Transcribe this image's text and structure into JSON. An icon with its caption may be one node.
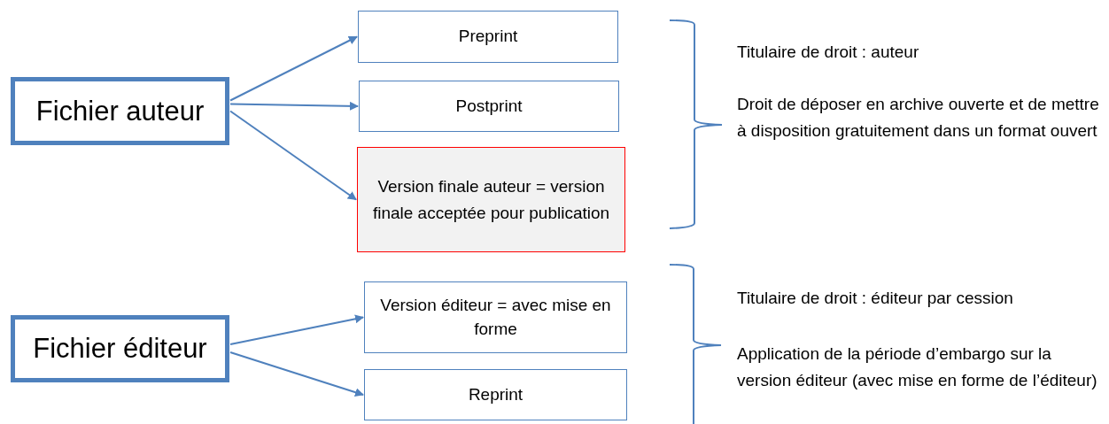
{
  "diagram": {
    "nodes": [
      {
        "text": [
          "Fichier auteur"
        ]
      },
      {
        "text": [
          "Preprint"
        ]
      },
      {
        "text": [
          "Postprint"
        ]
      },
      {
        "text": [
          "Version finale auteur = version finale acceptée pour publication"
        ]
      },
      {
        "text": [
          "Fichier éditeur"
        ]
      },
      {
        "text": [
          "Version éditeur = avec mise en forme"
        ]
      },
      {
        "text": [
          "Reprint"
        ]
      }
    ],
    "edges": [
      {
        "from": 0,
        "to": 1,
        "arrow": "to"
      },
      {
        "from": 0,
        "to": 2,
        "arrow": "to"
      },
      {
        "from": 0,
        "to": 3,
        "arrow": "to"
      },
      {
        "from": 4,
        "to": 5,
        "arrow": "to"
      },
      {
        "from": 4,
        "to": 6,
        "arrow": "to"
      }
    ],
    "labels": [
      "Titulaire de droit : auteur",
      "Droit de déposer en archive ouverte et de mettre à disposition gratuitement dans un format ouvert",
      "Titulaire de droit : éditeur par cession",
      "Application de la période d’embargo sur la version éditeur (avec mise en forme de l’éditeur)"
    ]
  }
}
